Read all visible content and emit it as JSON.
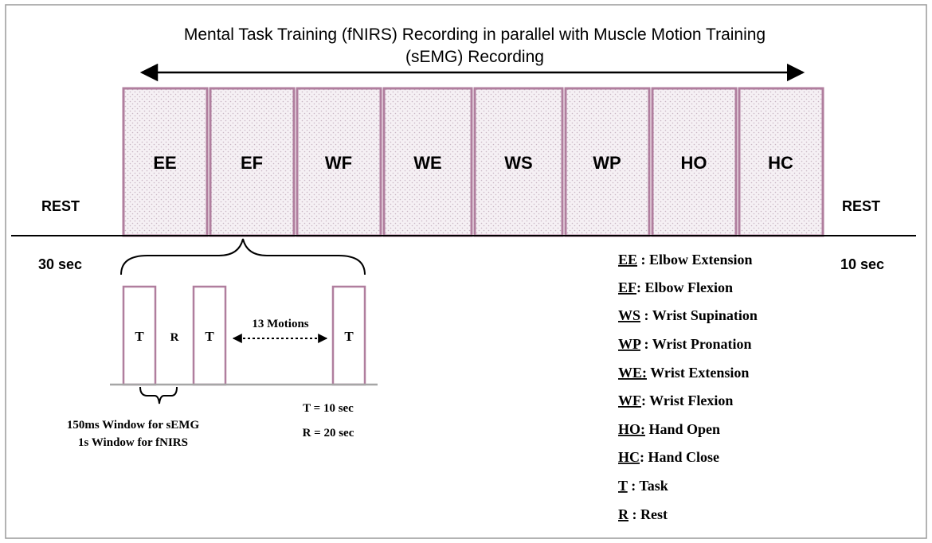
{
  "title": {
    "line1": "Mental Task Training (fNIRS) Recording in parallel with Muscle Motion Training",
    "line2": "(sEMG) Recording"
  },
  "motions": [
    {
      "label": "EE"
    },
    {
      "label": "EF"
    },
    {
      "label": "WF"
    },
    {
      "label": "WE"
    },
    {
      "label": "WS"
    },
    {
      "label": "WP"
    },
    {
      "label": "HO"
    },
    {
      "label": "HC"
    }
  ],
  "rest_left": {
    "label": "REST",
    "duration": "30 sec"
  },
  "rest_right": {
    "label": "REST",
    "duration": "10 sec"
  },
  "detail": {
    "task1": "T",
    "rest": "R",
    "task2": "T",
    "motions_label": "13 Motions",
    "task3": "T",
    "window_sEMG": "150ms Window  for sEMG",
    "window_fNIRS": "1s Window for fNIRS",
    "t_def": "T = 10 sec",
    "r_def": "R = 20 sec"
  },
  "legend": [
    {
      "abbr": "EE",
      "sep": " : ",
      "text": "Elbow Extension"
    },
    {
      "abbr": "EF",
      "sep": ": ",
      "text": "Elbow Flexion"
    },
    {
      "abbr": "WS",
      "sep": " : ",
      "text": "Wrist Supination"
    },
    {
      "abbr": "WP",
      "sep": " : ",
      "text": "Wrist Pronation"
    },
    {
      "abbr": "WE:",
      "sep": " ",
      "text": "Wrist Extension"
    },
    {
      "abbr": "WF",
      "sep": ": ",
      "text": "Wrist Flexion"
    },
    {
      "abbr": "HO:",
      "sep": " ",
      "text": "Hand Open"
    },
    {
      "abbr": "HC",
      "sep": ": ",
      "text": "Hand Close"
    },
    {
      "abbr": "T",
      "sep": " : ",
      "text": "Task"
    },
    {
      "abbr": "R",
      "sep": " : ",
      "text": "Rest"
    }
  ],
  "colors": {
    "box_border": "#b07e9e",
    "box_fill": "#f5f0f4",
    "dot": "#c9b6c4",
    "line": "#000000",
    "frame": "#9a9a9a",
    "baseline_detail": "#a6a6a6"
  }
}
